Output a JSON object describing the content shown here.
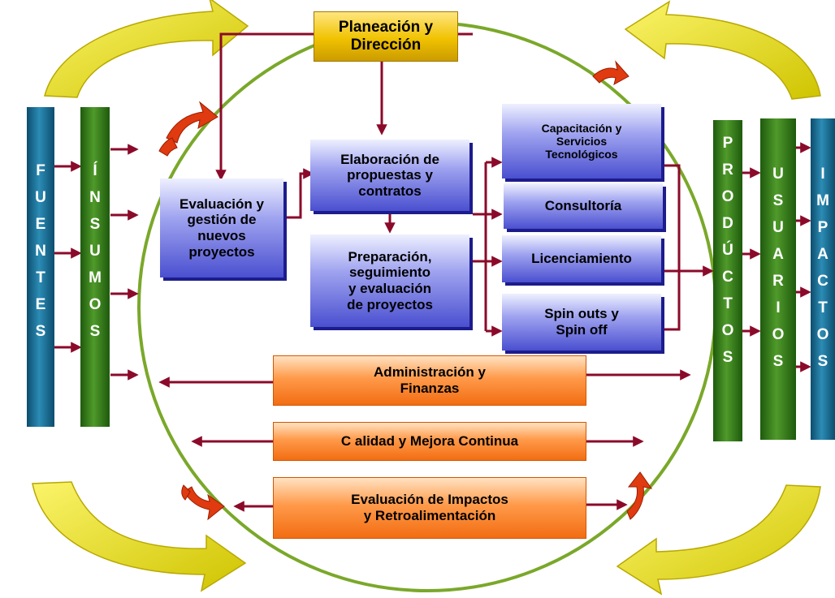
{
  "top": {
    "label": "Planeación y\nDirección"
  },
  "center": {
    "evaluacion": "Evaluación y\ngestión de\nnuevos\nproyectos",
    "elaboracion": "Elaboración de\npropuestas y\ncontratos",
    "preparacion": "Preparación,\nseguimiento\ny evaluación\nde proyectos"
  },
  "services": [
    {
      "label": "Capacitación y\nServicios\nTecnológicos"
    },
    {
      "label": "Consultoría"
    },
    {
      "label": "Licenciamiento"
    },
    {
      "label": "Spin outs y\nSpin off"
    }
  ],
  "bottom": {
    "admin": "Administración y\nFinanzas",
    "calidad": "C alidad y Mejora Continua",
    "impactos": "Evaluación de Impactos\ny Retroalimentación"
  },
  "columns": {
    "fuentes": [
      "F",
      "U",
      "E",
      "N",
      "T",
      "E",
      "S"
    ],
    "insumos": [
      "Í",
      "N",
      "S",
      "U",
      "M",
      "O",
      "S"
    ],
    "productos": [
      "P",
      "R",
      "O",
      "D",
      "Ú",
      "C",
      "T",
      "O",
      "S"
    ],
    "usuarios": [
      "U",
      "S",
      "U",
      "A",
      "R",
      "I",
      "O",
      "S"
    ],
    "impactos": [
      "I",
      "M",
      "P",
      "A",
      "C",
      "T",
      "O",
      "S"
    ]
  },
  "colors": {
    "flow_arrow": "#8b0a2a",
    "circle": "#7aa82a",
    "yellow_arrow": "#e8e000",
    "red_swirl": "#e03a10"
  }
}
